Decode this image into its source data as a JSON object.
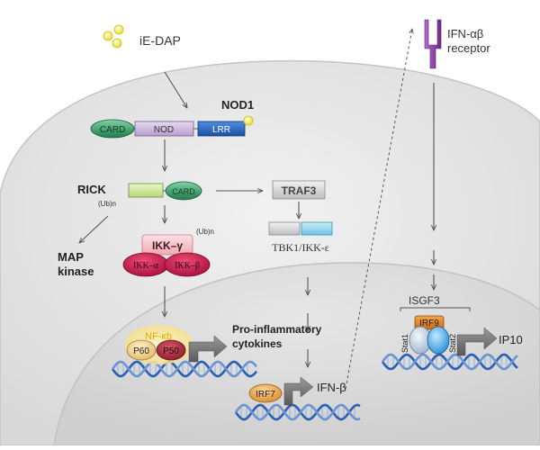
{
  "ligand": {
    "label": "iE-DAP"
  },
  "receptor": {
    "line1": "IFN-αβ",
    "line2": "receptor"
  },
  "nod1": {
    "title": "NOD1",
    "card": "CARD",
    "nod": "NOD",
    "lrr": "LRR"
  },
  "rick": {
    "label": "RICK",
    "ub": "(Ub)n",
    "card": "CARD"
  },
  "map": {
    "line1": "MAP",
    "line2": "kinase"
  },
  "ikk": {
    "gamma": "IKK–γ",
    "ub": "(Ub)n",
    "alpha": "IKK–α",
    "beta": "IKK–β"
  },
  "traf3": {
    "label": "TRAF3"
  },
  "tbk1": {
    "label": "TBK1/IKK-ε"
  },
  "nfkb": {
    "label": "NF-κb",
    "p60": "P60",
    "p50": "P50"
  },
  "proinflammatory": {
    "line1": "Pro-inflammatory",
    "line2": "cytokines"
  },
  "irf7": {
    "label": "IRF7",
    "gene": "IFN-β"
  },
  "isgf3": {
    "label": "ISGF3",
    "irf9": "IRF9",
    "stat1": "Stat1",
    "stat2": "Stat2",
    "gene": "IP10"
  },
  "colors": {
    "cell": "#e8e8e8",
    "nucleus": "#dcdcdc",
    "card": "#2e9c68",
    "nod": "#c9b3d9",
    "lrr": "#1f5fb5",
    "receptor": "#8e3fa8",
    "ikk": "#d11f4f",
    "dna": "#2b5fb0"
  }
}
